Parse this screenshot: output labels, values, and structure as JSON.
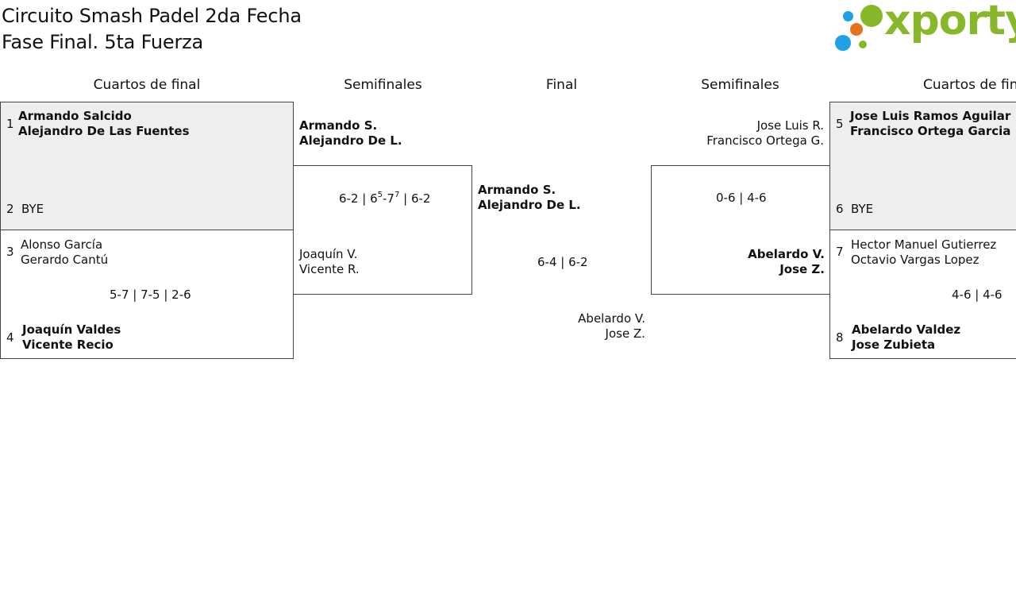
{
  "header": {
    "title_line1": "Circuito Smash Padel 2da Fecha",
    "title_line2": "Fase Final. 5ta Fuerza",
    "logo_text": "xporty"
  },
  "columns": {
    "qf_left": "Cuartos de final",
    "sf_left": "Semifinales",
    "final": "Final",
    "sf_right": "Semifinales",
    "qf_right": "Cuartos de fin"
  },
  "left_qf": {
    "match1": {
      "seed_a": "1",
      "team_a_p1": "Armando Salcido",
      "team_a_p2": "Alejandro De Las Fuentes",
      "seed_b": "2",
      "team_b": "BYE"
    },
    "match2": {
      "seed_a": "3",
      "team_a_p1": "Alonso García",
      "team_a_p2": "Gerardo Cantú",
      "score": "5-7 | 7-5 | 2-6",
      "seed_b": "4",
      "team_b_p1": "Joaquín Valdes",
      "team_b_p2": "Vicente Recio"
    }
  },
  "left_sf": {
    "team_a_p1": "Armando S.",
    "team_a_p2": "Alejandro De L.",
    "score_pre": "6-2 | 6",
    "score_sup1": "5",
    "score_mid": "-7",
    "score_sup2": "7",
    "score_post": " | 6-2",
    "team_b_p1": "Joaquín V.",
    "team_b_p2": "Vicente R."
  },
  "final": {
    "team_a_p1": "Armando S.",
    "team_a_p2": "Alejandro De L.",
    "score": "6-4 | 6-2",
    "team_b_p1": "Abelardo V.",
    "team_b_p2": "Jose Z."
  },
  "right_sf": {
    "team_a_p1": "Jose Luis R.",
    "team_a_p2": "Francisco Ortega G.",
    "score": "0-6 | 4-6",
    "team_b_p1": "Abelardo V.",
    "team_b_p2": "Jose Z."
  },
  "right_qf": {
    "match1": {
      "seed_a": "5",
      "team_a_p1": "Jose Luis Ramos Aguilar",
      "team_a_p2": "Francisco Ortega Garcia",
      "seed_b": "6",
      "team_b": "BYE"
    },
    "match2": {
      "seed_a": "7",
      "team_a_p1": "Hector Manuel Gutierrez",
      "team_a_p2": "Octavio Vargas Lopez",
      "score": "4-6 | 4-6",
      "seed_b": "8",
      "team_b_p1": "Abelardo Valdez",
      "team_b_p2": "Jose Zubieta"
    }
  },
  "colors": {
    "logo_green": "#86b82a",
    "dot_blue": "#1ea0e6",
    "dot_orange": "#e8721c",
    "box_gray": "#eeeeee"
  }
}
